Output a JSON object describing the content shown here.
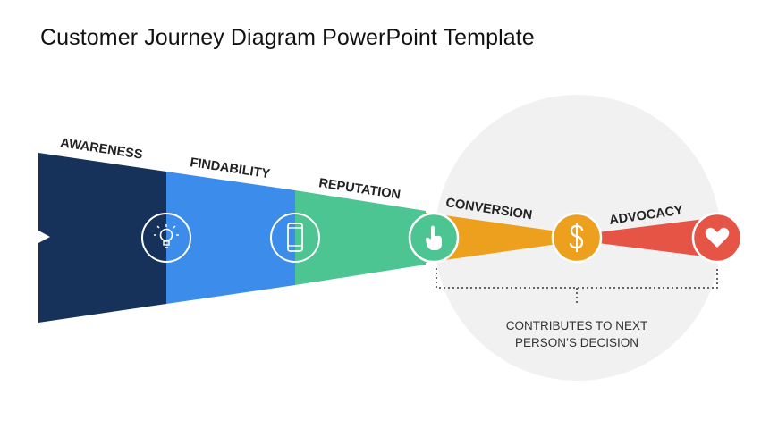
{
  "title": "Customer Journey Diagram PowerPoint Template",
  "stages": [
    {
      "label": "AWARENESS",
      "icon": "lightbulb-icon",
      "color": "#17325a"
    },
    {
      "label": "FINDABILITY",
      "icon": "smartphone-icon",
      "color": "#3b8ceb"
    },
    {
      "label": "REPUTATION",
      "icon": "",
      "color": "#4cc592"
    },
    {
      "label": "CONVERSION",
      "icon": "hand-pointer-icon",
      "color": "#ed9f1e"
    },
    {
      "label": "ADVOCACY",
      "icon": "dollar-icon",
      "color": "#e55445"
    }
  ],
  "end_icon": {
    "icon": "heart-icon",
    "color": "#e55445"
  },
  "note": {
    "line1": "CONTRIBUTES TO NEXT",
    "line2": "PERSON’S DECISION"
  },
  "colors": {
    "highlight_circle": "#f1f1f1",
    "bracket": "#555555"
  }
}
